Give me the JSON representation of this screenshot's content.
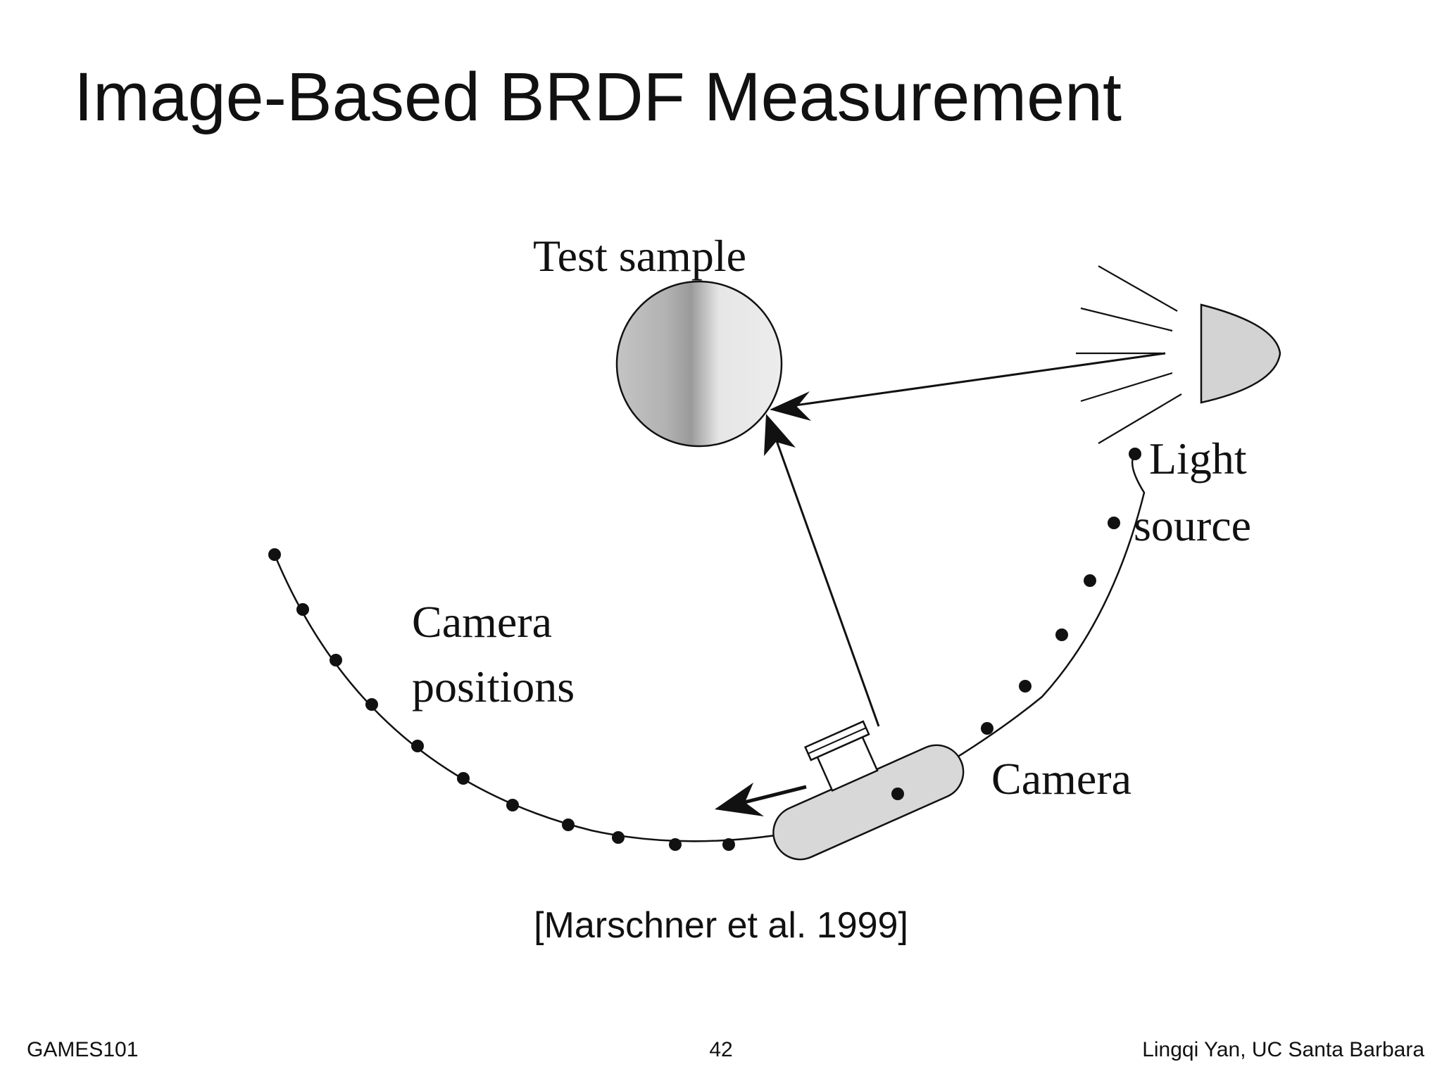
{
  "slide": {
    "title": "Image-Based BRDF Measurement",
    "citation": "[Marschner et al. 1999]",
    "footer_left": "GAMES101",
    "page_number": "42",
    "footer_right": "Lingqi Yan, UC Santa Barbara"
  },
  "diagram": {
    "labels": {
      "test_sample": "Test sample",
      "light_line1": "Light",
      "light_line2": "source",
      "camera_positions_line1": "Camera",
      "camera_positions_line2": "positions",
      "camera": "Camera"
    },
    "colors": {
      "ink": "#111111",
      "sample_dark": "#9a9a9a",
      "sample_light": "#ececec",
      "device_fill": "#d8d8d8"
    }
  }
}
